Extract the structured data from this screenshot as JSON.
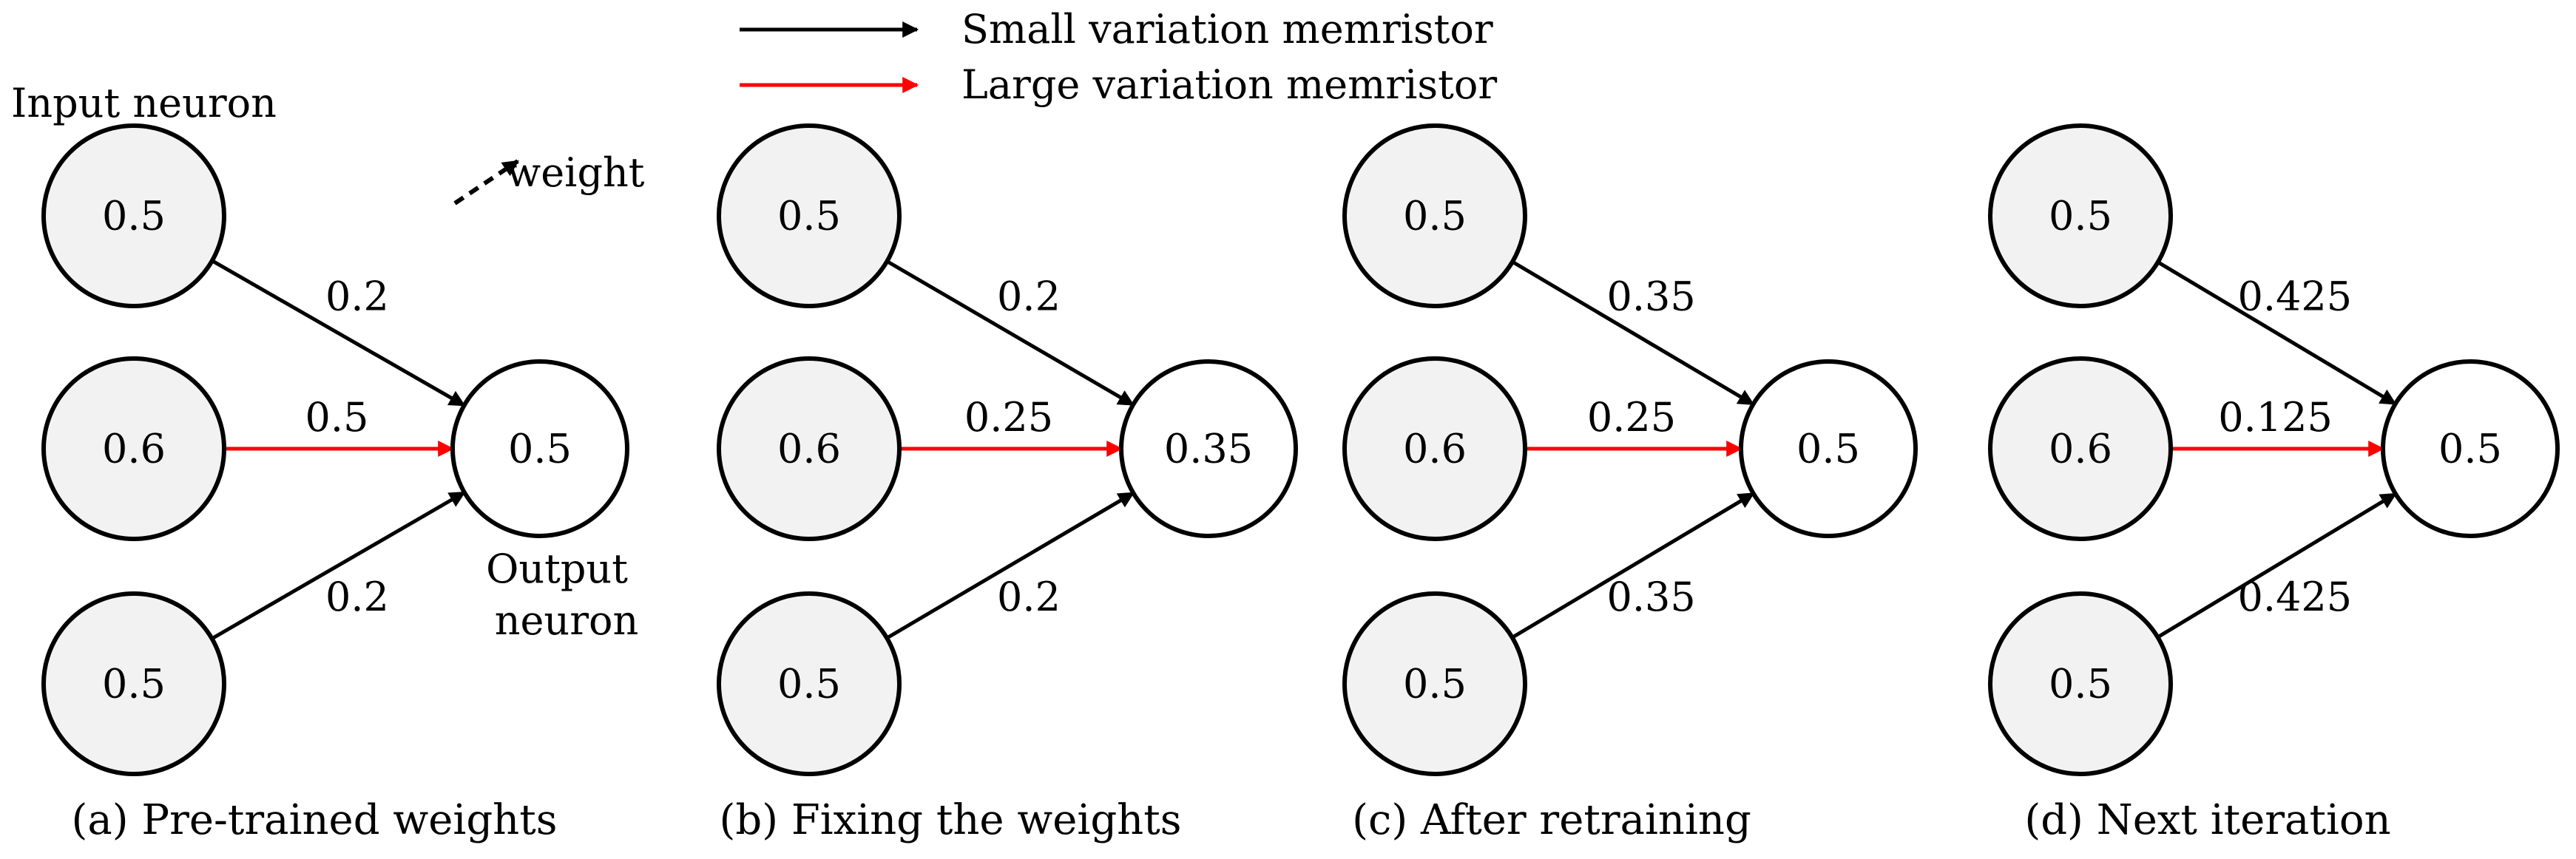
{
  "colors": {
    "small_variation": "#000000",
    "large_variation": "#ff0000",
    "input_fill": "#f2f2f2",
    "output_fill": "#ffffff"
  },
  "legend": {
    "small_label": "Small variation memristor",
    "large_label": "Large variation memristor"
  },
  "annotations": {
    "input_neuron": "Input neuron",
    "weight": "weight",
    "output_line1": "Output",
    "output_line2": "neuron"
  },
  "panels": [
    {
      "caption": "(a) Pre-trained weights",
      "inputs": [
        "0.5",
        "0.6",
        "0.5"
      ],
      "weights": [
        "0.2",
        "0.5",
        "0.2"
      ],
      "output": "0.5"
    },
    {
      "caption": "(b) Fixing the weights",
      "inputs": [
        "0.5",
        "0.6",
        "0.5"
      ],
      "weights": [
        "0.2",
        "0.25",
        "0.2"
      ],
      "output": "0.35"
    },
    {
      "caption": "(c) After retraining",
      "inputs": [
        "0.5",
        "0.6",
        "0.5"
      ],
      "weights": [
        "0.35",
        "0.25",
        "0.35"
      ],
      "output": "0.5"
    },
    {
      "caption": "(d) Next iteration",
      "inputs": [
        "0.5",
        "0.6",
        "0.5"
      ],
      "weights": [
        "0.425",
        "0.125",
        "0.425"
      ],
      "output": "0.5"
    }
  ]
}
